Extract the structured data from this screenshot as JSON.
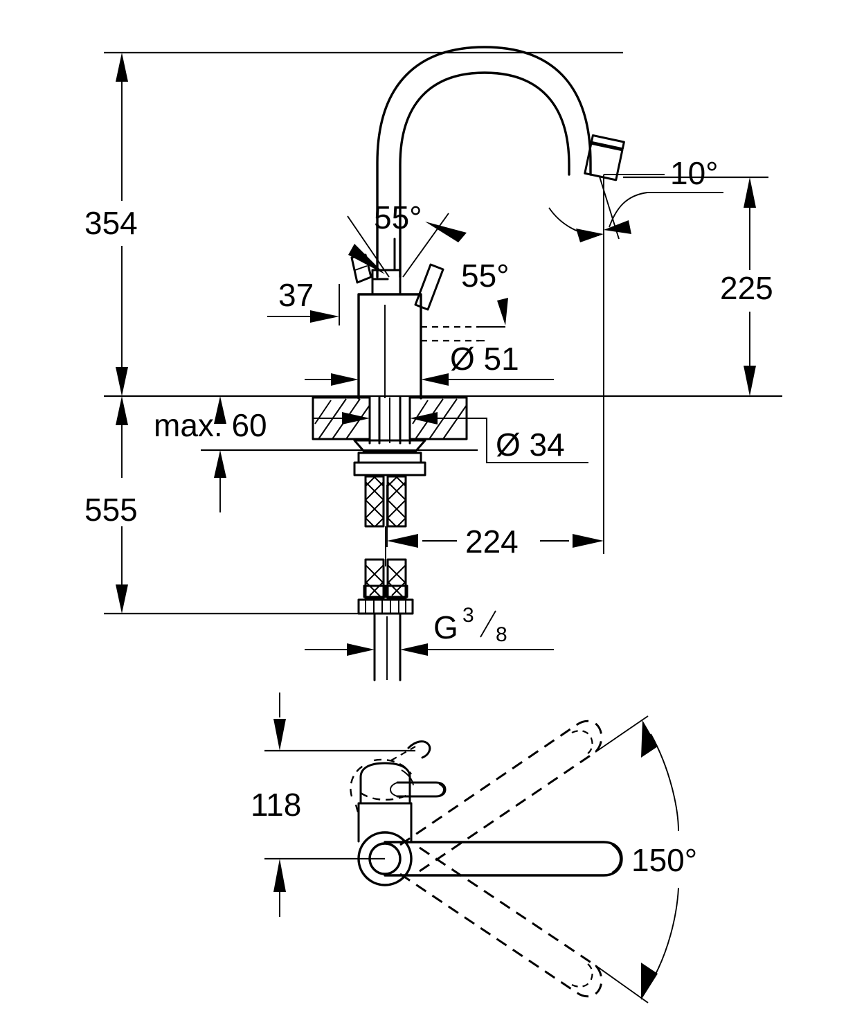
{
  "document": {
    "type": "technical-drawing",
    "subject": "single-lever kitchen sink mixer faucet",
    "background_color": "#ffffff",
    "line_color": "#000000",
    "views": [
      "front-elevation",
      "plan-view"
    ]
  },
  "dimensions": {
    "overall_height_above_counter": "354",
    "spout_outlet_height": "225",
    "below_counter_length": "555",
    "body_diameter": "Ø 51",
    "mounting_hole_diameter": "Ø 34",
    "max_counter_thickness": "max. 60",
    "lever_clearance_rear": "37",
    "spout_reach": "224",
    "plan_offset": "118",
    "thread_label_main": "G",
    "thread_label_num": "3",
    "thread_label_den": "8"
  },
  "angles": {
    "lever_up_left": "55°",
    "lever_up_right": "55°",
    "aerator_tilt": "10°",
    "swivel_range": "150°"
  },
  "labels": {
    "h354": "354",
    "h225": "225",
    "h555": "555",
    "d51": "Ø 51",
    "d34": "Ø 34",
    "max60": "max. 60",
    "v37": "37",
    "r224": "224",
    "p118": "118",
    "a55a": "55°",
    "a55b": "55°",
    "a10": "10°",
    "a150": "150°"
  }
}
